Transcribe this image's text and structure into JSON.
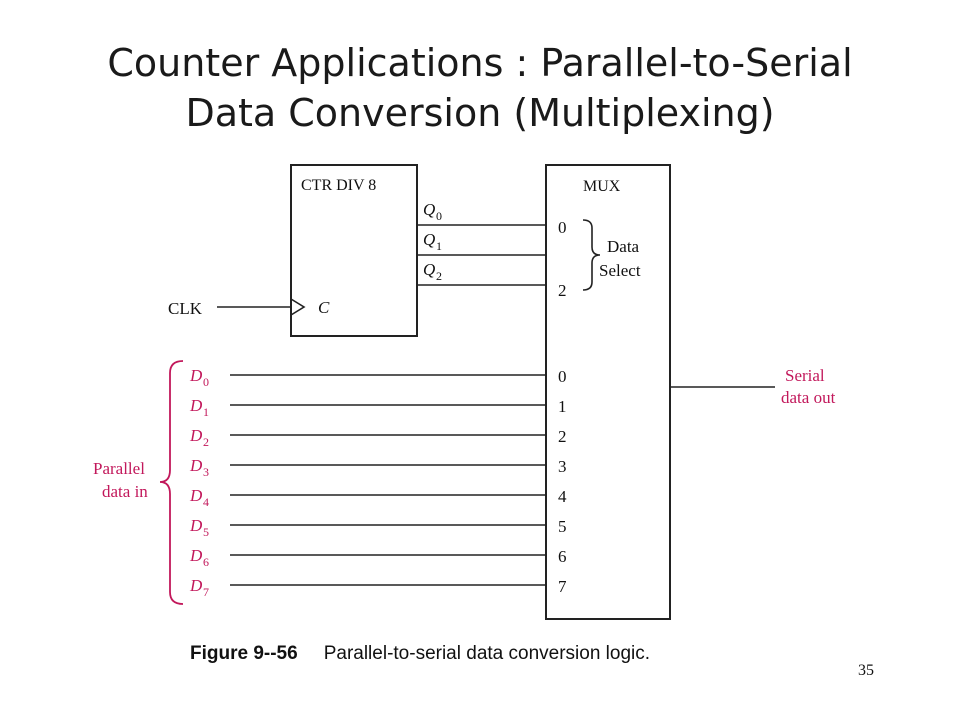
{
  "slide": {
    "title_line1": "Counter Applications : Parallel-to-Serial",
    "title_line2": "Data Conversion (Multiplexing)",
    "page_number": "35"
  },
  "caption": {
    "figure_label": "Figure 9--56",
    "text": "Parallel-to-serial data conversion logic."
  },
  "diagram": {
    "counter_label": "CTR DIV 8",
    "counter_outputs": [
      {
        "base": "Q",
        "sub": "0"
      },
      {
        "base": "Q",
        "sub": "1"
      },
      {
        "base": "Q",
        "sub": "2"
      }
    ],
    "clock_input": "C",
    "clk_label": "CLK",
    "mux_label": "MUX",
    "select_pin_top": "0",
    "select_pin_bottom": "2",
    "data_select_line1": "Data",
    "data_select_line2": "Select",
    "data_inputs": [
      {
        "base": "D",
        "sub": "0",
        "pin": "0"
      },
      {
        "base": "D",
        "sub": "1",
        "pin": "1"
      },
      {
        "base": "D",
        "sub": "2",
        "pin": "2"
      },
      {
        "base": "D",
        "sub": "3",
        "pin": "3"
      },
      {
        "base": "D",
        "sub": "4",
        "pin": "4"
      },
      {
        "base": "D",
        "sub": "5",
        "pin": "5"
      },
      {
        "base": "D",
        "sub": "6",
        "pin": "6"
      },
      {
        "base": "D",
        "sub": "7",
        "pin": "7"
      }
    ],
    "parallel_label_line1": "Parallel",
    "parallel_label_line2": "data in",
    "serial_label_line1": "Serial",
    "serial_label_line2": "data out",
    "colors": {
      "accent": "#c2185b",
      "line": "#222222"
    }
  }
}
